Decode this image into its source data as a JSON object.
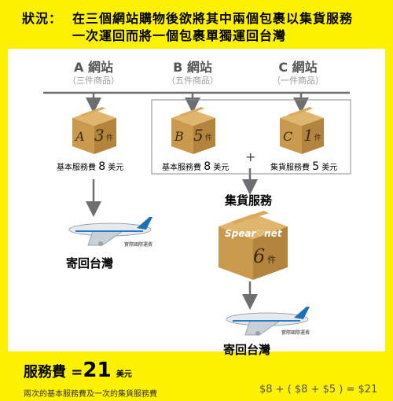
{
  "header": {
    "label": "狀況：",
    "line1": "在三個網站購物後欲將其中兩個包裹以集貨服務",
    "line2": "一次運回而將一個包裹單獨運回台灣"
  },
  "sites": [
    {
      "name": "A 網站",
      "sub": "（三件商品）",
      "box_letter": "A",
      "box_count": "3",
      "box_unit": "件",
      "fee_label": "基本服務費",
      "fee_value": "8",
      "fee_unit": "美元"
    },
    {
      "name": "B 網站",
      "sub": "（五件商品）",
      "box_letter": "B",
      "box_count": "5",
      "box_unit": "件",
      "fee_label": "基本服務費",
      "fee_value": "8",
      "fee_unit": "美元"
    },
    {
      "name": "C 網站",
      "sub": "（一件商品）",
      "box_letter": "C",
      "box_count": "1",
      "box_unit": "件",
      "fee_label": "集貨服務費",
      "fee_value": "5",
      "fee_unit": "美元"
    }
  ],
  "plus": "+",
  "consolidation": {
    "title": "集貨服務",
    "logo_left": "Spear",
    "logo_right": "net",
    "count": "6",
    "unit": "件"
  },
  "plane_label": "實際國際運費",
  "ship_home_a": "寄回台灣",
  "ship_home_b": "寄回台灣",
  "summary": {
    "label": "服務費",
    "equals": "=",
    "value": "21",
    "unit": "美元",
    "note": "兩次的基本服務費及一次的集貨服務費",
    "formula": "$8 + ( $8 + $5 ) = $21"
  },
  "colors": {
    "background": "#FFF200",
    "box": "#C99A4E",
    "line": "#6D6E71"
  }
}
